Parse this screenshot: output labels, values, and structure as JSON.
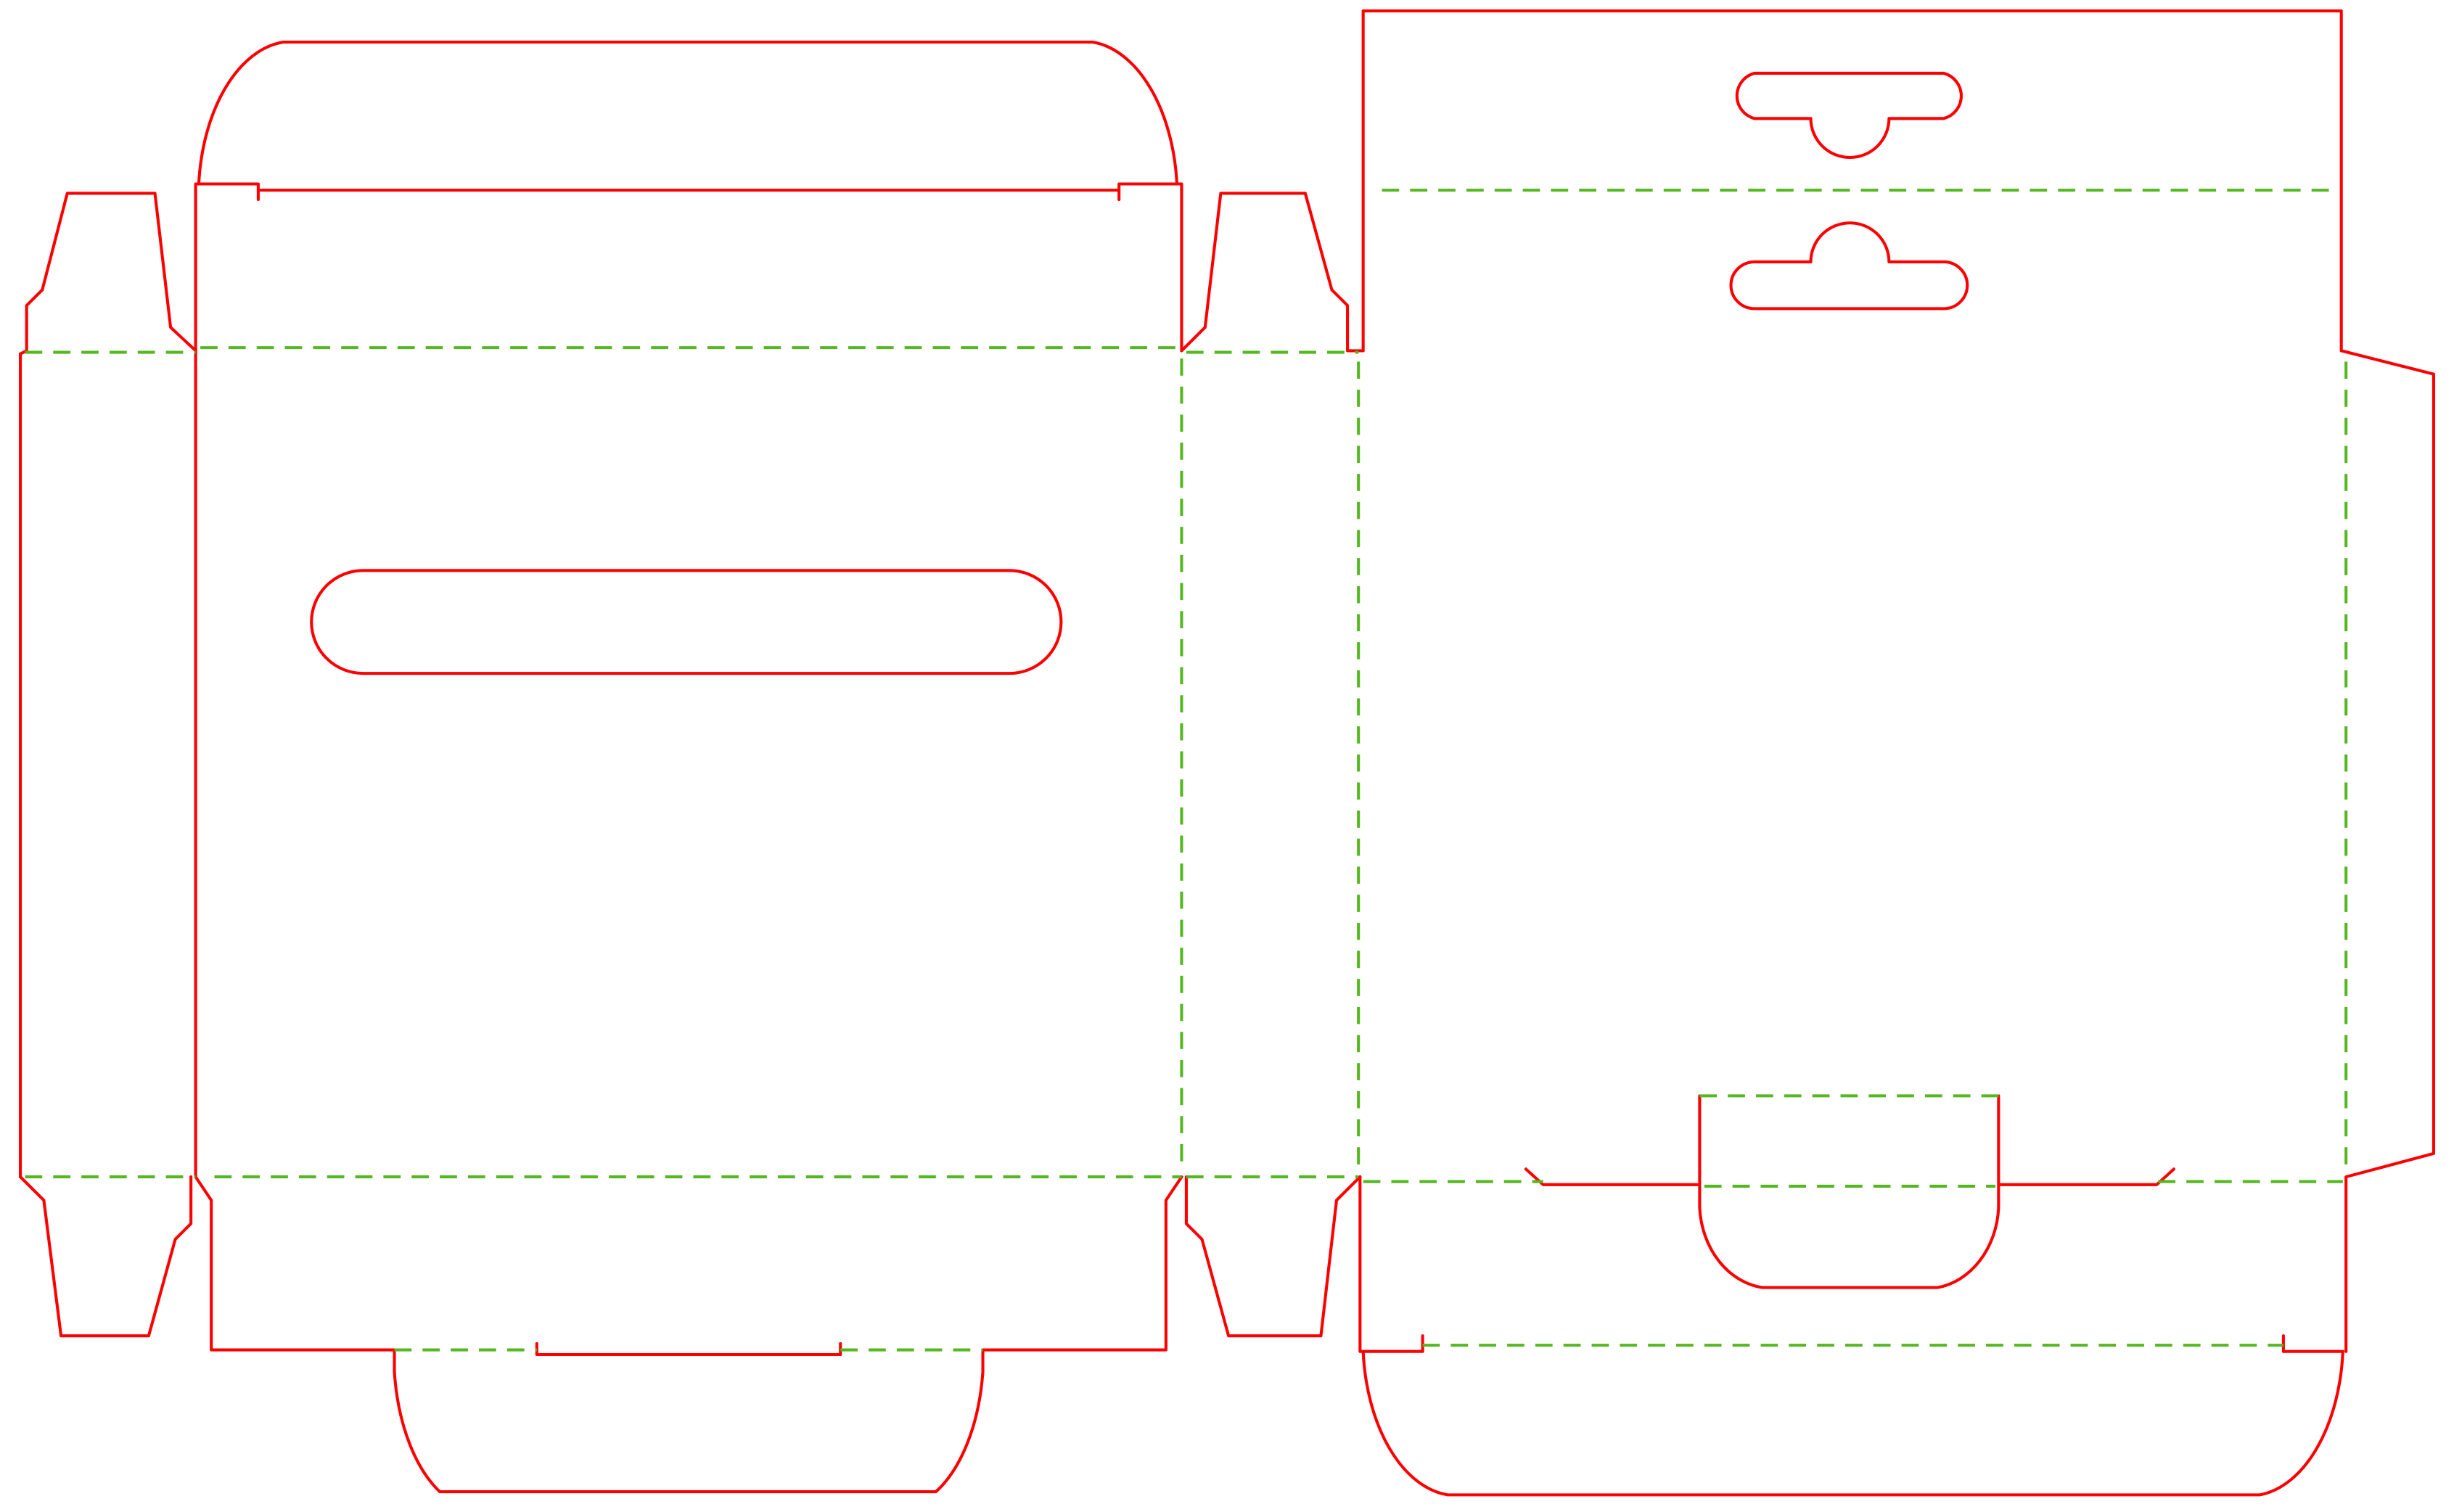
{
  "diagram": {
    "kind": "packaging dieline",
    "line_types": {
      "cut": {
        "color": "#ff0000",
        "style": "solid"
      },
      "fold": {
        "color": "#55b820",
        "style": "dashed"
      }
    },
    "background": "#ffffff"
  }
}
